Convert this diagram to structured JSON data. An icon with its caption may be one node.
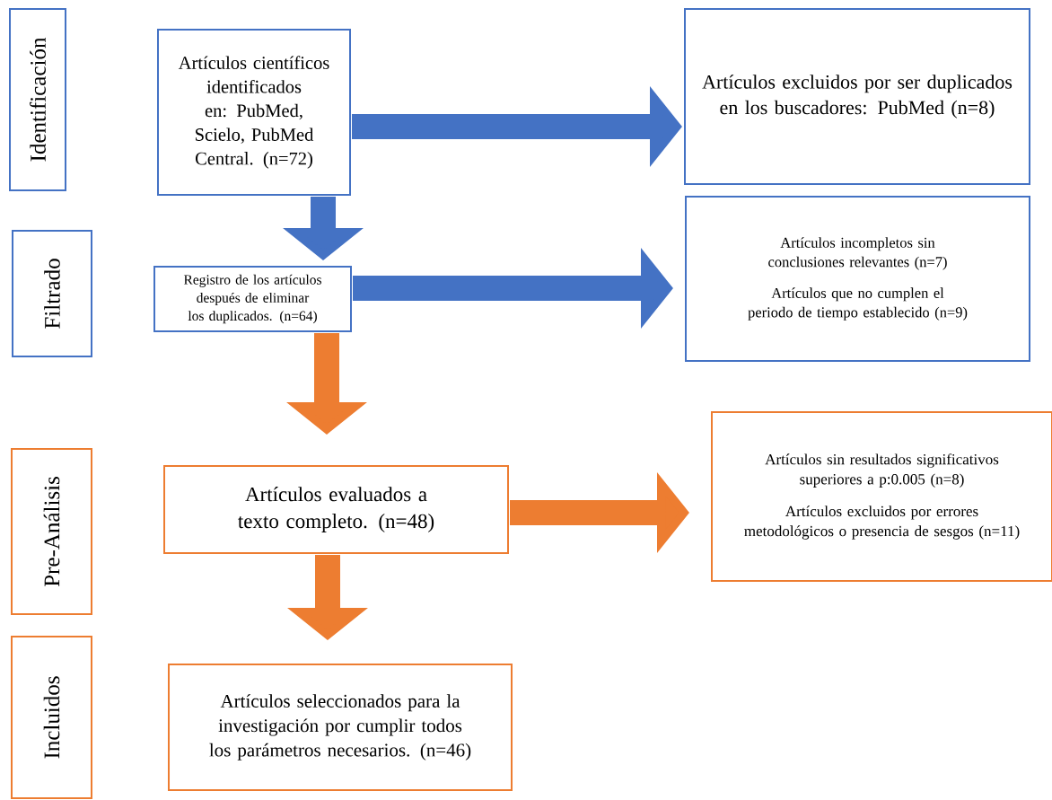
{
  "diagram": {
    "nodes": [
      {
        "text": [
          "Identificación"
        ]
      },
      {
        "text": [
          "Artículos científicos identificados en: PubMed, Scielo, PubMed Central. (n=72)"
        ]
      },
      {
        "text": [
          "Artículos excluidos por ser duplicados en los buscadores: PubMed (n=8)"
        ]
      },
      {
        "text": [
          "Filtrado"
        ]
      },
      {
        "text": [
          "Registro de los artículos después de eliminar los duplicados. (n=64)"
        ]
      },
      {
        "text": [
          "Artículos incompletos sin conclusiones relevantes (n=7)",
          "Artículos que no cumplen el periodo de tiempo establecido (n=9)"
        ]
      },
      {
        "text": [
          "Pre-Análisis"
        ]
      },
      {
        "text": [
          "Artículos evaluados a texto completo. (n=48)"
        ]
      },
      {
        "text": [
          "Artículos sin resultados significativos superiores a p:0.005 (n=8)",
          "Artículos excluidos por errores metodológicos o presencia de sesgos (n=11)"
        ]
      },
      {
        "text": [
          "Incluidos"
        ]
      },
      {
        "text": [
          "Artículos seleccionados para la investigación por cumplir todos los parámetros necesarios. (n=46)"
        ]
      }
    ],
    "edges": [
      {
        "from": 1,
        "to": 2,
        "arrow": "to"
      },
      {
        "from": 1,
        "to": 4,
        "arrow": "to"
      },
      {
        "from": 4,
        "to": 5,
        "arrow": "to"
      },
      {
        "from": 4,
        "to": 7,
        "arrow": "to",
        "color": "#ed7d31"
      },
      {
        "from": 7,
        "to": 8,
        "arrow": "to",
        "color": "#ed7d31"
      },
      {
        "from": 7,
        "to": 10,
        "arrow": "to",
        "color": "#ed7d31"
      }
    ]
  }
}
